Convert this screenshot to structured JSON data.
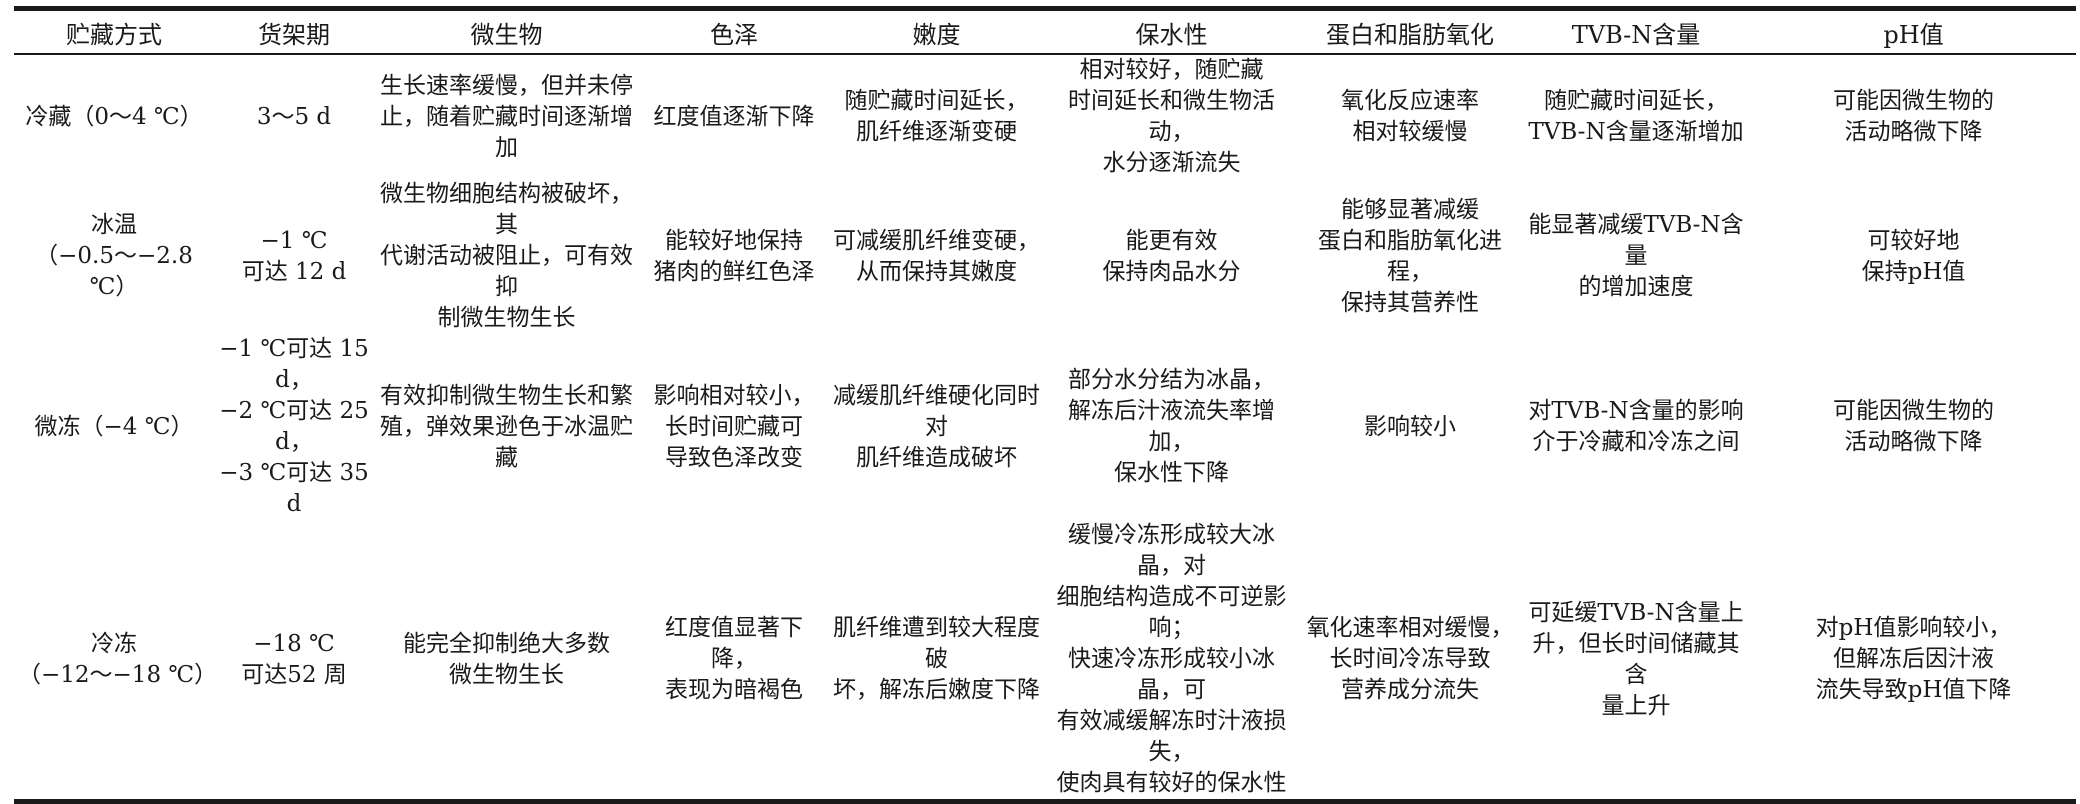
{
  "table": {
    "headers": [
      "贮藏方式",
      "货架期",
      "微生物",
      "色泽",
      "嫩度",
      "保水性",
      "蛋白和脂肪氧化",
      "TVB-N含量",
      "pH值"
    ],
    "rows": [
      [
        "冷藏（0～4 ℃）",
        "3～5 d",
        "生长速率缓慢，但并未停\n止，随着贮藏时间逐渐增加",
        "红度值逐渐下降",
        "随贮藏时间延长，\n肌纤维逐渐变硬",
        "相对较好，随贮藏\n时间延长和微生物活动，\n水分逐渐流失",
        "氧化反应速率\n相对较缓慢",
        "随贮藏时间延长，\nTVB-N含量逐渐增加",
        "可能因微生物的\n活动略微下降"
      ],
      [
        "冰温\n（−0.5～−2.8 ℃）",
        "−1 ℃\n可达 12 d",
        "微生物细胞结构被破坏，其\n代谢活动被阻止，可有效抑\n制微生物生长",
        "能较好地保持\n猪肉的鲜红色泽",
        "可减缓肌纤维变硬，\n从而保持其嫩度",
        "能更有效\n保持肉品水分",
        "能够显著减缓\n蛋白和脂肪氧化进程，\n保持其营养性",
        "能显著减缓TVB-N含量\n的增加速度",
        "可较好地\n保持pH值"
      ],
      [
        "微冻（−4 ℃）",
        "−1 ℃可达 15 d，\n−2 ℃可达 25 d，\n−3 ℃可达 35 d",
        "有效抑制微生物生长和繁\n殖，弹效果逊色于冰温贮藏",
        "影响相对较小，\n长时间贮藏可\n导致色泽改变",
        "减缓肌纤维硬化同时对\n肌纤维造成破坏",
        "部分水分结为冰晶，\n解冻后汁液流失率增加，\n保水性下降",
        "影响较小",
        "对TVB-N含量的影响\n介于冷藏和冷冻之间",
        "可能因微生物的\n活动略微下降"
      ],
      [
        "冷冻\n（−12～−18 ℃）",
        "−18 ℃\n可达52 周",
        "能完全抑制绝大多数\n微生物生长",
        "红度值显著下降，\n表现为暗褐色",
        "肌纤维遭到较大程度破\n坏，解冻后嫩度下降",
        "缓慢冷冻形成较大冰晶，对\n细胞结构造成不可逆影响；\n快速冷冻形成较小冰晶，可\n有效减缓解冻时汁液损失，\n使肉具有较好的保水性",
        "氧化速率相对缓慢，\n长时间冷冻导致\n营养成分流失",
        "可延缓TVB-N含量上\n升，但长时间储藏其含\n量上升",
        "对pH值影响较小，\n但解冻后因汁液\n流失导致pH值下降"
      ]
    ]
  }
}
